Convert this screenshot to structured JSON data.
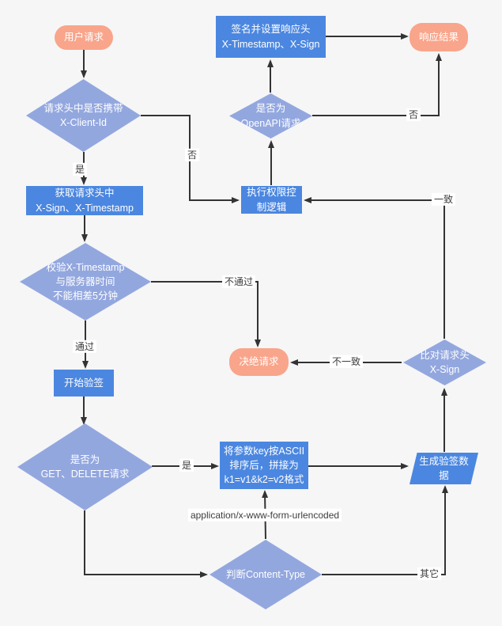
{
  "colors": {
    "background": "#f6f6f7",
    "terminal_fill": "#f9a58b",
    "process_fill": "#4b87e0",
    "decision_fill": "#93a7df",
    "line": "#333333",
    "edge_label_text": "#3d3d3d",
    "node_text": "#ffffff"
  },
  "nodes": {
    "user_request": {
      "type": "terminal",
      "label": "用户请求"
    },
    "sign_response": {
      "type": "process",
      "label": "签名并设置响应头\nX-Timestamp、X-Sign"
    },
    "response_result": {
      "type": "terminal",
      "label": "响应结果"
    },
    "check_client_id": {
      "type": "decision",
      "label": "请求头中是否携带\nX-Client-Id"
    },
    "is_openapi": {
      "type": "decision",
      "label": "是否为\nOpenAPI请求"
    },
    "get_headers": {
      "type": "process",
      "label": "获取请求头中\nX-Sign、X-Timestamp"
    },
    "exec_permission": {
      "type": "process",
      "label": "执行权限控\n制逻辑"
    },
    "check_timestamp": {
      "type": "decision",
      "label": "校验X-Timestamp\n与服务器时间\n不能相差5分钟"
    },
    "reject_request": {
      "type": "terminal",
      "label": "决绝请求"
    },
    "compare_sign": {
      "type": "decision",
      "label": "比对请求头\nX-Sign"
    },
    "start_verify": {
      "type": "process",
      "label": "开始验签"
    },
    "is_get_delete": {
      "type": "decision",
      "label": "是否为\nGET、DELETE请求"
    },
    "sort_params": {
      "type": "process",
      "label": "将参数key按ASCII\n排序后，拼接为\nk1=v1&k2=v2格式"
    },
    "gen_sign_data": {
      "type": "io",
      "label": "生成验签数\n据"
    },
    "judge_content_type": {
      "type": "decision",
      "label": "判断Content-Type"
    }
  },
  "edge_labels": {
    "yes_client_id": "是",
    "no_client_id": "否",
    "timestamp_pass": "通过",
    "timestamp_fail": "不通过",
    "yes_get_delete": "是",
    "content_form": "application/x-www-form-urlencoded",
    "content_other": "其它",
    "sign_not_match": "不一致",
    "sign_match": "一致",
    "no_openapi": "否"
  }
}
